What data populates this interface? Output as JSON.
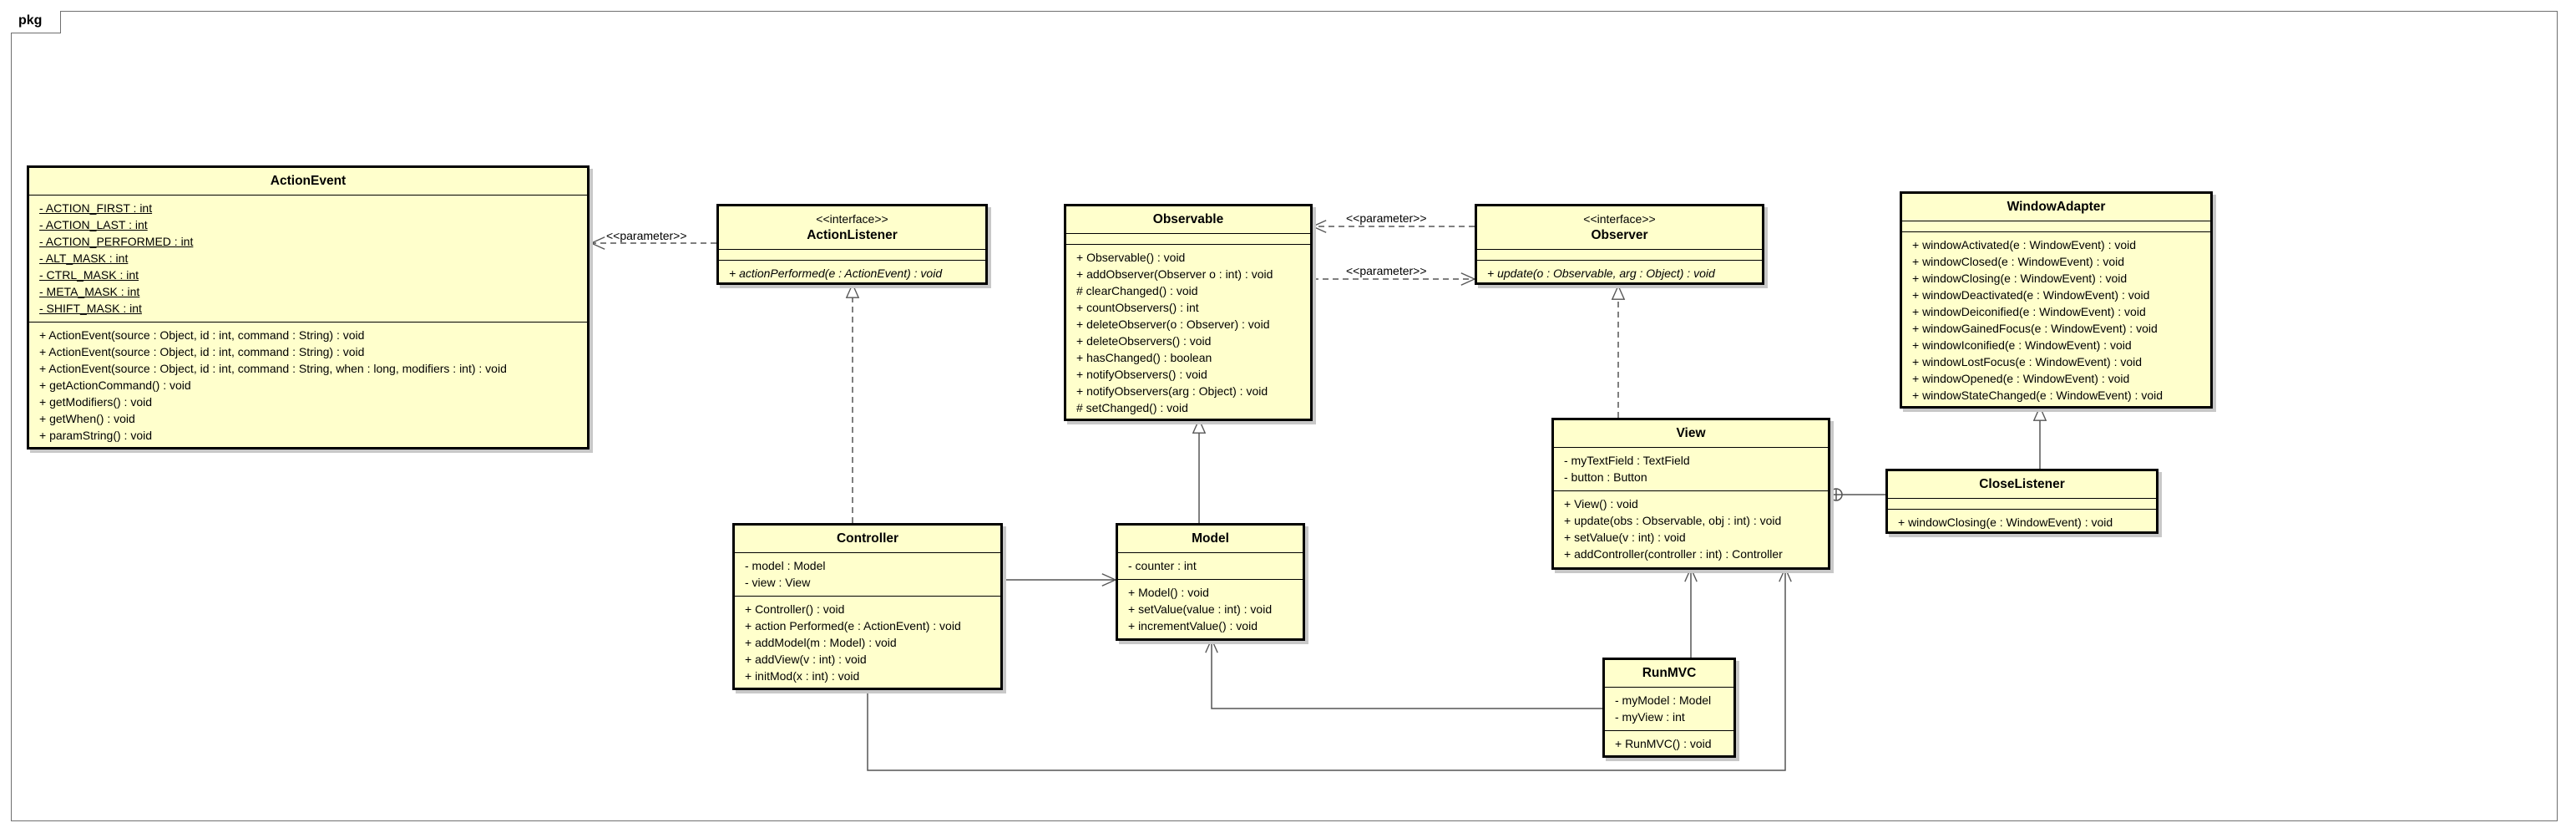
{
  "package": {
    "label": "pkg"
  },
  "classes": {
    "action_event": {
      "name": "ActionEvent",
      "attributes": [
        "- ACTION_FIRST : int",
        "- ACTION_LAST : int",
        "- ACTION_PERFORMED : int",
        "- ALT_MASK : int",
        "- CTRL_MASK : int",
        "- META_MASK : int",
        "- SHIFT_MASK : int"
      ],
      "operations": [
        "+ ActionEvent(source : Object, id : int, command : String) : void",
        "+ ActionEvent(source : Object, id : int, command : String) : void",
        "+ ActionEvent(source : Object, id : int, command : String, when : long, modifiers : int) : void",
        "+ getActionCommand() : void",
        "+ getModifiers() : void",
        "+ getWhen() : void",
        "+ paramString() : void"
      ]
    },
    "action_listener": {
      "stereotype": "<<interface>>",
      "name": "ActionListener",
      "operations": [
        "+ actionPerformed(e : ActionEvent) : void"
      ]
    },
    "observable": {
      "name": "Observable",
      "operations": [
        "+ Observable() : void",
        "+ addObserver(Observer o : int) : void",
        "# clearChanged() : void",
        "+ countObservers() : int",
        "+ deleteObserver(o : Observer) : void",
        "+ deleteObservers() : void",
        "+ hasChanged() : boolean",
        "+ notifyObservers() : void",
        "+ notifyObservers(arg : Object) : void",
        "# setChanged() : void"
      ]
    },
    "observer": {
      "stereotype": "<<interface>>",
      "name": "Observer",
      "operations": [
        "+ update(o : Observable, arg : Object) : void"
      ]
    },
    "window_adapter": {
      "name": "WindowAdapter",
      "operations": [
        "+ windowActivated(e : WindowEvent) : void",
        "+ windowClosed(e : WindowEvent) : void",
        "+ windowClosing(e : WindowEvent) : void",
        "+ windowDeactivated(e : WindowEvent) : void",
        "+ windowDeiconified(e : WindowEvent) : void",
        "+ windowGainedFocus(e : WindowEvent) : void",
        "+ windowIconified(e : WindowEvent) : void",
        "+ windowLostFocus(e : WindowEvent) : void",
        "+ windowOpened(e : WindowEvent) : void",
        "+ windowStateChanged(e : WindowEvent) : void"
      ]
    },
    "view": {
      "name": "View",
      "attributes": [
        "- myTextField : TextField",
        "- button : Button"
      ],
      "operations": [
        "+ View() : void",
        "+ update(obs : Observable, obj : int) : void",
        "+ setValue(v : int) : void",
        "+ addController(controller : int) : Controller"
      ]
    },
    "close_listener": {
      "name": "CloseListener",
      "operations": [
        "+ windowClosing(e : WindowEvent) : void"
      ]
    },
    "controller": {
      "name": "Controller",
      "attributes": [
        "- model : Model",
        "- view : View"
      ],
      "operations": [
        "+ Controller() : void",
        "+ action Performed(e : ActionEvent) : void",
        "+ addModel(m : Model) : void",
        "+ addView(v : int) : void",
        "+ initMod(x : int) : void"
      ]
    },
    "model": {
      "name": "Model",
      "attributes": [
        "- counter : int"
      ],
      "operations": [
        "+ Model() : void",
        "+ setValue(value : int) : void",
        "+ incrementValue() : void"
      ]
    },
    "run_mvc": {
      "name": "RunMVC",
      "attributes": [
        "- myModel : Model",
        "- myView : int"
      ],
      "operations": [
        "+ RunMVC() : void"
      ]
    }
  },
  "edge_labels": {
    "parameter_action": "<<parameter>>",
    "parameter_observer_to_observable": "<<parameter>>",
    "parameter_observable_to_observer": "<<parameter>>"
  },
  "colors": {
    "class_fill": "#ffffcc",
    "border": "#000000",
    "frame": "#6f6f6f"
  }
}
